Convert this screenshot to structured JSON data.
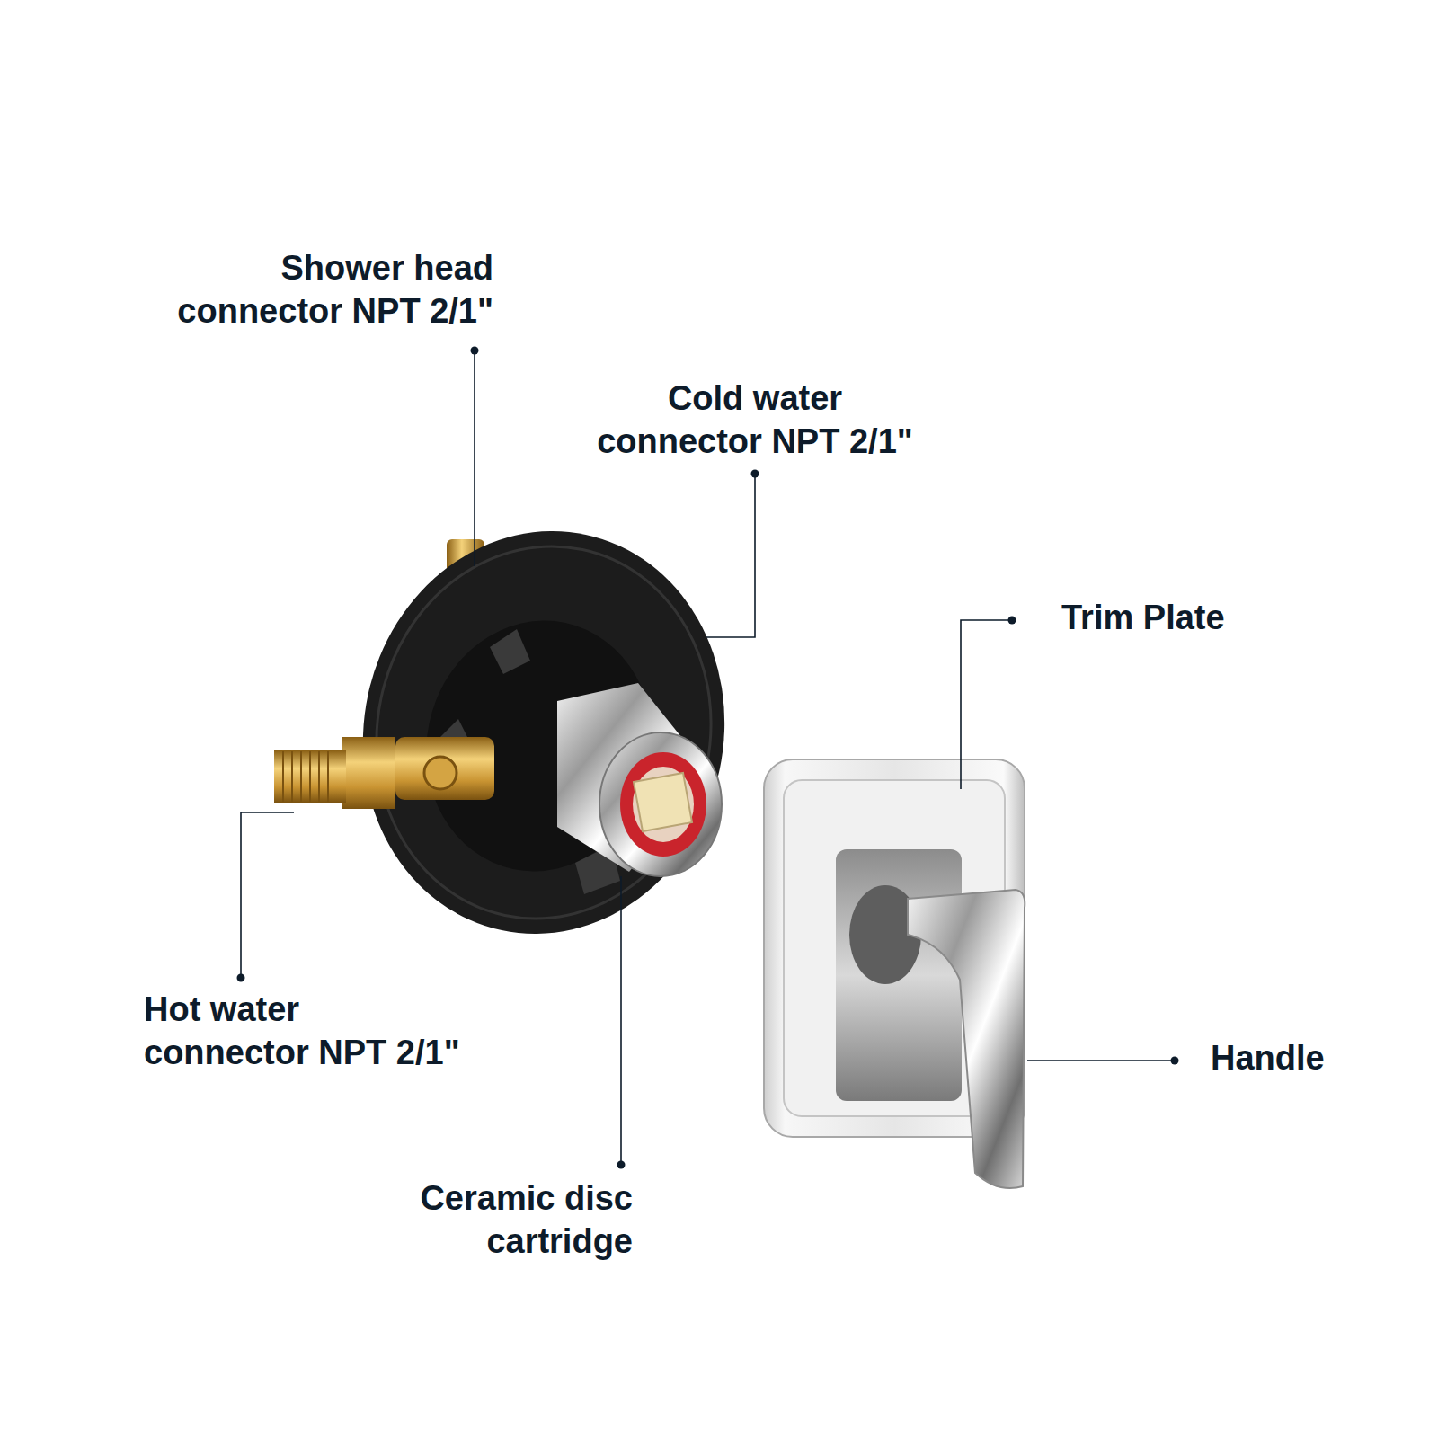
{
  "diagram": {
    "labels": [
      "Shower head connector NPT 2/1\"",
      "Cold water connector NPT 2/1\"",
      "Trim Plate",
      "Handle",
      "Hot water connector NPT 2/1\"",
      "Ceramic disc cartridge"
    ]
  }
}
